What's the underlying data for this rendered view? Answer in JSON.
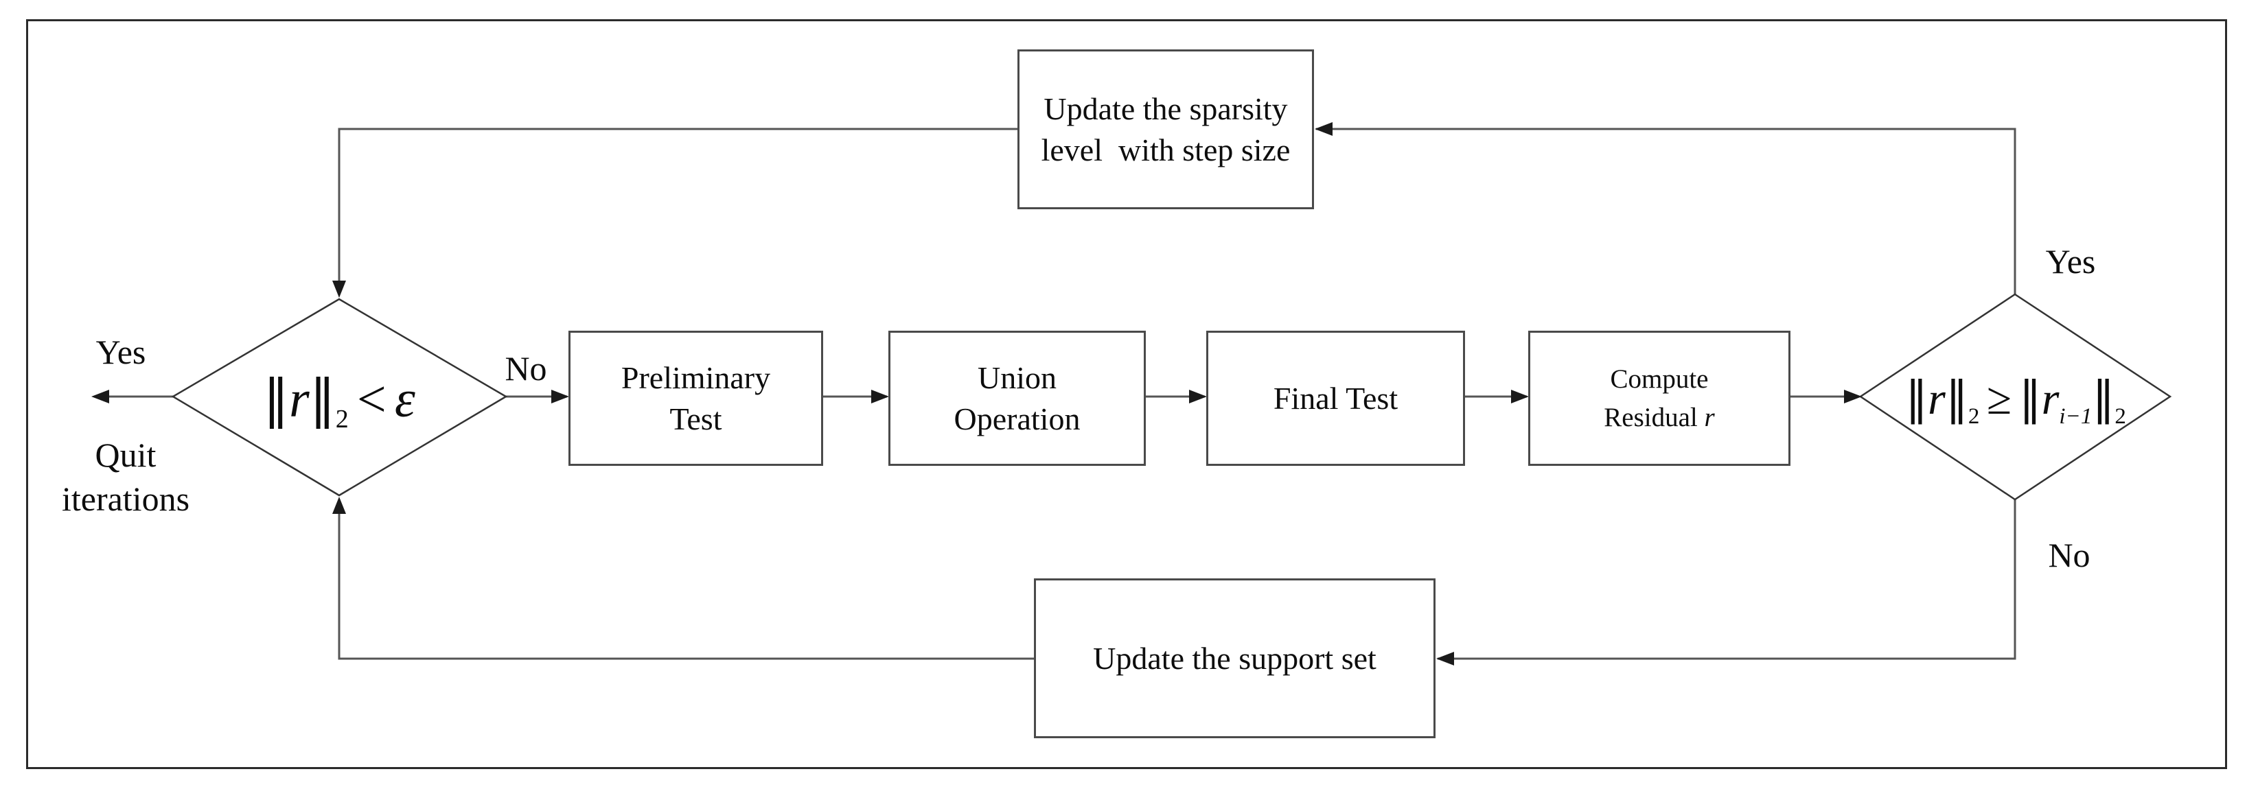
{
  "boxes": {
    "update_sparsity": {
      "line1": "Update the sparsity",
      "line2": "level  with step size"
    },
    "preliminary_test": {
      "line1": "Preliminary",
      "line2": "Test"
    },
    "union_operation": {
      "line1": "Union",
      "line2": "Operation"
    },
    "final_test": {
      "label": "Final Test"
    },
    "compute_residual": {
      "line1": "Compute",
      "line2_text": "Residual ",
      "line2_var": "r"
    },
    "update_support": {
      "label": "Update the support set"
    }
  },
  "decision_left": {
    "formula": {
      "norm_open": "‖",
      "var": "r",
      "norm_close": "‖",
      "norm_sub": "2",
      "operator": "<",
      "threshold": "ε"
    },
    "yes_label": "Yes",
    "no_label": "No",
    "quit_line1": "Quit",
    "quit_line2": "iterations"
  },
  "decision_right": {
    "formula": {
      "norm_open1": "‖",
      "var1": "r",
      "norm_close1": "‖",
      "sub1": "2",
      "operator": "≥",
      "norm_open2": "‖",
      "var2": "r",
      "var2_sub": "i−1",
      "norm_close2": "‖",
      "sub2": "2"
    },
    "yes_label": "Yes",
    "no_label": "No"
  },
  "edges": [
    {
      "from": "decision-left",
      "to": "quit-iterations",
      "label": "Yes"
    },
    {
      "from": "decision-left",
      "to": "preliminary-test",
      "label": "No"
    },
    {
      "from": "preliminary-test",
      "to": "union-operation",
      "label": ""
    },
    {
      "from": "union-operation",
      "to": "final-test",
      "label": ""
    },
    {
      "from": "final-test",
      "to": "compute-residual",
      "label": ""
    },
    {
      "from": "compute-residual",
      "to": "decision-right",
      "label": ""
    },
    {
      "from": "decision-right",
      "to": "update-sparsity",
      "label": "Yes"
    },
    {
      "from": "decision-right",
      "to": "update-support",
      "label": "No"
    },
    {
      "from": "update-sparsity",
      "to": "decision-left",
      "label": ""
    },
    {
      "from": "update-support",
      "to": "decision-left",
      "label": ""
    }
  ],
  "colors": {
    "background": "#ffffff",
    "frame_border": "#2b2b2b",
    "box_border": "#4a4a4a",
    "diamond_stroke": "#333333",
    "wire": "#555555",
    "arrowhead": "#1a1a1a",
    "text": "#0d0d0d"
  }
}
